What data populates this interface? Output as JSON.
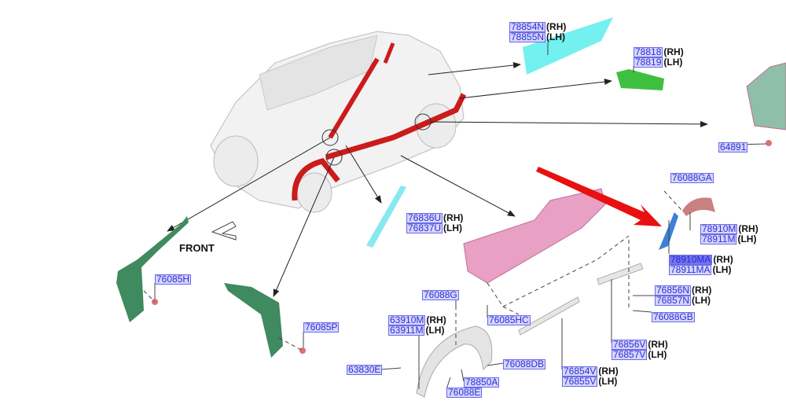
{
  "front_label": "FRONT",
  "labels": [
    {
      "parts": [
        {
          "no": "78854N",
          "side": "(RH)"
        },
        {
          "no": "78855N",
          "side": "(LH)"
        }
      ]
    },
    {
      "parts": [
        {
          "no": "78818",
          "side": "(RH)"
        },
        {
          "no": "78819",
          "side": "(LH)"
        }
      ]
    },
    {
      "parts": [
        {
          "no": "64891",
          "side": ""
        }
      ]
    },
    {
      "parts": [
        {
          "no": "76088GA",
          "side": ""
        }
      ]
    },
    {
      "parts": [
        {
          "no": "78910M",
          "side": "(RH)"
        },
        {
          "no": "78911M",
          "side": "(LH)"
        }
      ]
    },
    {
      "parts": [
        {
          "no": "78910MA",
          "side": "(RH)"
        },
        {
          "no": "78911MA",
          "side": "(LH)"
        }
      ]
    },
    {
      "parts": [
        {
          "no": "76856N",
          "side": "(RH)"
        },
        {
          "no": "76857N",
          "side": "(LH)"
        }
      ]
    },
    {
      "parts": [
        {
          "no": "76088GB",
          "side": ""
        }
      ]
    },
    {
      "parts": [
        {
          "no": "76836U",
          "side": "(RH)"
        },
        {
          "no": "76837U",
          "side": "(LH)"
        }
      ]
    },
    {
      "parts": [
        {
          "no": "76085H",
          "side": ""
        }
      ]
    },
    {
      "parts": [
        {
          "no": "76085P",
          "side": ""
        }
      ]
    },
    {
      "parts": [
        {
          "no": "76088G",
          "side": ""
        }
      ]
    },
    {
      "parts": [
        {
          "no": "63910M",
          "side": "(RH)"
        },
        {
          "no": "63911M",
          "side": "(LH)"
        }
      ]
    },
    {
      "parts": [
        {
          "no": "76085HC",
          "side": ""
        }
      ]
    },
    {
      "parts": [
        {
          "no": "63830E",
          "side": ""
        }
      ]
    },
    {
      "parts": [
        {
          "no": "76088DB",
          "side": ""
        }
      ]
    },
    {
      "parts": [
        {
          "no": "78850A",
          "side": ""
        }
      ]
    },
    {
      "parts": [
        {
          "no": "76088E",
          "side": ""
        }
      ]
    },
    {
      "parts": [
        {
          "no": "76854V",
          "side": "(RH)"
        },
        {
          "no": "76855V",
          "side": "(LH)"
        }
      ]
    },
    {
      "parts": [
        {
          "no": "76856V",
          "side": "(RH)"
        },
        {
          "no": "76857V",
          "side": "(LH)"
        }
      ]
    }
  ],
  "highlighted_part": "78910MA",
  "colors": {
    "label_fill": "#d6d6ff",
    "label_text": "#2f2fd0",
    "highlight_fill": "#7474ee",
    "pointer_arrow": "#e81010"
  }
}
